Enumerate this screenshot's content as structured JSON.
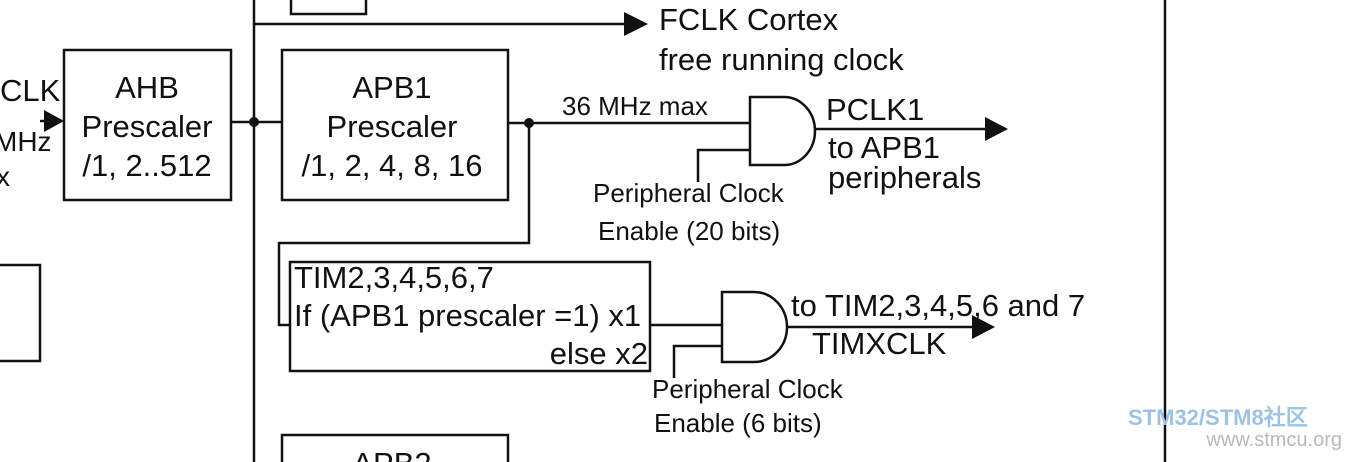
{
  "left_edge": {
    "clk_fragment": "CLK",
    "mhz_fragment": "MHz",
    "x_fragment": "x"
  },
  "ahb_prescaler": {
    "title": "AHB",
    "subtitle": "Prescaler",
    "range": "/1, 2..512"
  },
  "fclk": {
    "line1": "FCLK Cortex",
    "line2": "free running clock"
  },
  "apb1_prescaler": {
    "title": "APB1",
    "subtitle": "Prescaler",
    "range": "/1, 2, 4, 8, 16"
  },
  "max_label": "36 MHz max",
  "pclk1": {
    "line1": "PCLK1",
    "line2": "to APB1",
    "line3": "peripherals"
  },
  "pclk_enable": {
    "line1": "Peripheral Clock",
    "line2": "Enable (20 bits)"
  },
  "tim_multiplier": {
    "line1": "TIM2,3,4,5,6,7",
    "line2": "If (APB1 prescaler =1) x1",
    "line3": "else  x2"
  },
  "timxclk": {
    "line1": "to TIM2,3,4,5,6 and 7",
    "line2": "TIMXCLK"
  },
  "tim_enable": {
    "line1": "Peripheral Clock",
    "line2": "Enable (6 bits)"
  },
  "bottom_box_fragment": "APB2",
  "watermark": {
    "brand_a": "STM32/STM8",
    "brand_b": "社区",
    "url": "www.stmcu.org"
  }
}
